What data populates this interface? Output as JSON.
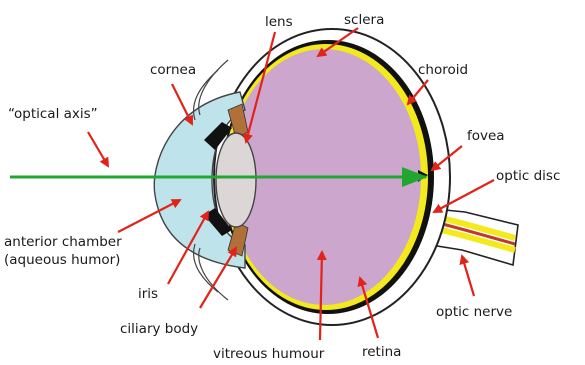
{
  "labels": {
    "lens": "lens",
    "sclera": "sclera",
    "cornea": "cornea",
    "choroid": "choroid",
    "optical_axis": "“optical axis”",
    "fovea": "fovea",
    "optic_disc": "optic disc",
    "anterior_chamber_line1": "anterior chamber",
    "anterior_chamber_line2": "(aqueous humor)",
    "iris": "iris",
    "ciliary_body": "ciliary body",
    "optic_nerve": "optic nerve",
    "vitreous_humour": "vitreous humour",
    "retina": "retina"
  },
  "colors": {
    "vitreous": "#cda6cd",
    "cornea": "#bfe3ea",
    "lens": "#ddd6d6",
    "choroid_retina": "#f2ea1c",
    "pigment": "#111111",
    "axis": "#21a632",
    "arrow": "#e2231a"
  }
}
